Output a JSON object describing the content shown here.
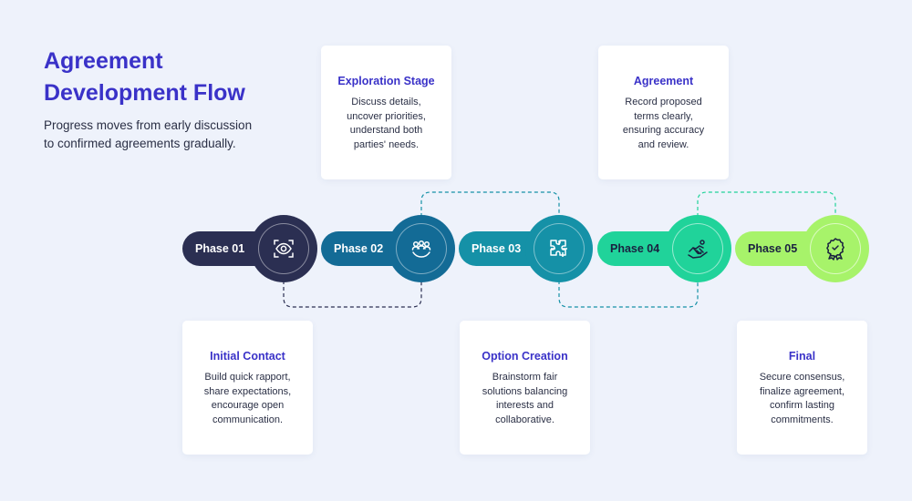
{
  "header": {
    "title_line1": "Agreement",
    "title_line2": "Development Flow",
    "subtitle_line1": "Progress moves from early discussion",
    "subtitle_line2": "to confirmed agreements gradually."
  },
  "phases": [
    {
      "label": "Phase 01",
      "color": "#2b2f52",
      "text_color": "#ffffff",
      "icon": "eye-icon",
      "card": {
        "position": "bottom",
        "title": "Initial Contact",
        "lines": [
          "Build quick rapport,",
          "share expectations,",
          "encourage open",
          "communication."
        ]
      }
    },
    {
      "label": "Phase 02",
      "color": "#136b96",
      "text_color": "#ffffff",
      "icon": "team-icon",
      "card": {
        "position": "top",
        "title": "Exploration Stage",
        "lines": [
          "Discuss details,",
          "uncover priorities,",
          "understand both",
          "parties' needs."
        ]
      }
    },
    {
      "label": "Phase 03",
      "color": "#1591a7",
      "text_color": "#ffffff",
      "icon": "puzzle-icon",
      "card": {
        "position": "bottom",
        "title": "Option Creation",
        "lines": [
          "Brainstorm fair",
          "solutions balancing",
          "interests and",
          "collaborative."
        ]
      }
    },
    {
      "label": "Phase 04",
      "color": "#20d39a",
      "text_color": "#1a2140",
      "icon": "handshake-icon",
      "card": {
        "position": "top",
        "title": "Agreement",
        "lines": [
          "Record proposed",
          "terms clearly,",
          "ensuring accuracy",
          "and review."
        ]
      }
    },
    {
      "label": "Phase 05",
      "color": "#a7f36a",
      "text_color": "#1a2140",
      "icon": "award-icon",
      "card": {
        "position": "bottom",
        "title": "Final",
        "lines": [
          "Secure consensus,",
          "finalize agreement,",
          "confirm lasting",
          "commitments."
        ]
      }
    }
  ]
}
